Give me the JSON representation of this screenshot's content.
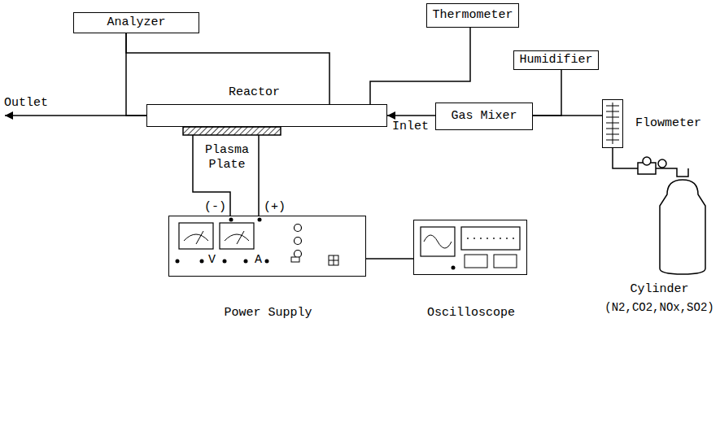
{
  "diagram": {
    "nodes": [
      {
        "text": [
          "Analyzer"
        ]
      },
      {
        "text": [
          "Thermometer"
        ]
      },
      {
        "text": [
          "Humidifier"
        ]
      },
      {
        "text": [
          "Reactor"
        ]
      },
      {
        "text": [
          "Gas Mixer"
        ]
      },
      {
        "text": [
          "Flowmeter"
        ]
      },
      {
        "text": [
          "Cylinder",
          "(N2,CO2,NOx,SO2)"
        ]
      },
      {
        "text": [
          "Power Supply"
        ]
      },
      {
        "text": [
          "Oscilloscope"
        ]
      }
    ],
    "edges": [
      {
        "from": 0,
        "to": 3,
        "arrow": "none"
      },
      {
        "from": 0,
        "to": 3,
        "arrow": "none"
      },
      {
        "from": 1,
        "to": 3,
        "arrow": "none"
      },
      {
        "from": 4,
        "to": 3,
        "arrow": "to"
      },
      {
        "from": 2,
        "to": 4,
        "arrow": "none"
      },
      {
        "from": 5,
        "to": 4,
        "arrow": "none"
      },
      {
        "from": 6,
        "to": 5,
        "arrow": "none"
      },
      {
        "from": 3,
        "to": 7,
        "arrow": "none"
      },
      {
        "from": 3,
        "to": 7,
        "arrow": "none"
      },
      {
        "from": 7,
        "to": 8,
        "arrow": "none"
      }
    ],
    "labels": [
      "Outlet",
      "Inlet",
      "Plasma Plate",
      "(-)",
      "(+)",
      "V",
      "A"
    ]
  }
}
